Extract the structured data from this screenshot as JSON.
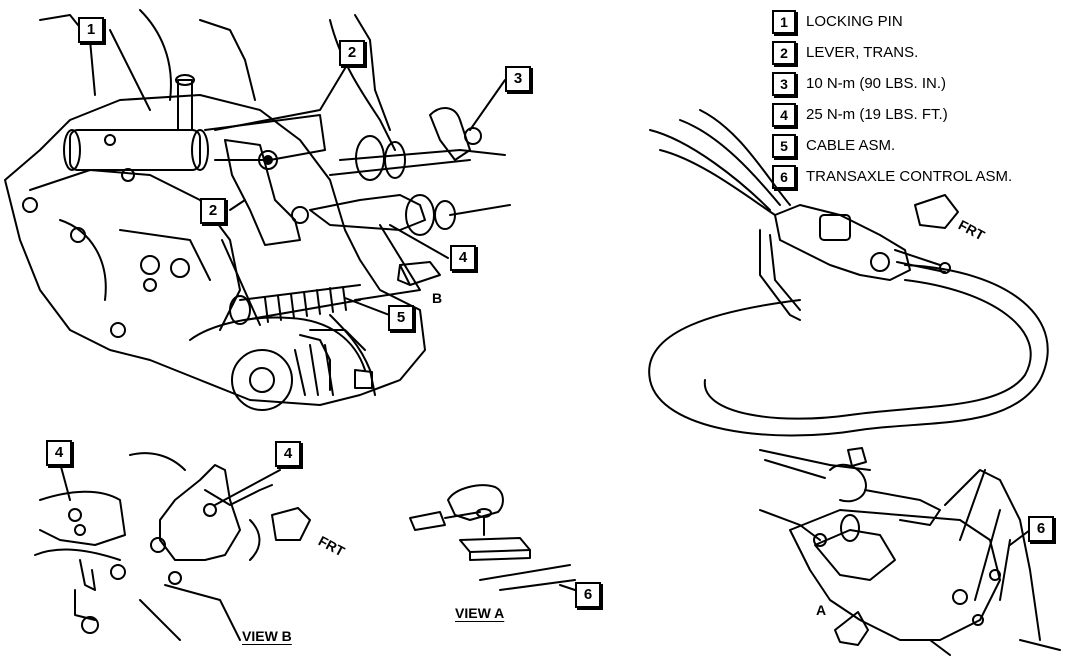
{
  "legend": [
    {
      "num": "1",
      "text": "LOCKING PIN"
    },
    {
      "num": "2",
      "text": "LEVER, TRANS."
    },
    {
      "num": "3",
      "text": "10 N-m (90 LBS. IN.)"
    },
    {
      "num": "4",
      "text": "25 N-m (19 LBS. FT.)"
    },
    {
      "num": "5",
      "text": "CABLE ASM."
    },
    {
      "num": "6",
      "text": "TRANSAXLE CONTROL ASM."
    }
  ],
  "callouts": {
    "main_1": "1",
    "main_2_top": "2",
    "main_2_mid": "2",
    "main_3": "3",
    "main_4": "4",
    "main_5": "5",
    "viewb_4_left": "4",
    "viewb_4_right": "4",
    "viewa_6": "6",
    "right_6": "6"
  },
  "labels": {
    "view_b_marker": "B",
    "view_a_marker": "A",
    "frt_right": "FRT",
    "frt_view_b": "FRT",
    "view_a_title": "VIEW A",
    "view_b_title": "VIEW B"
  }
}
